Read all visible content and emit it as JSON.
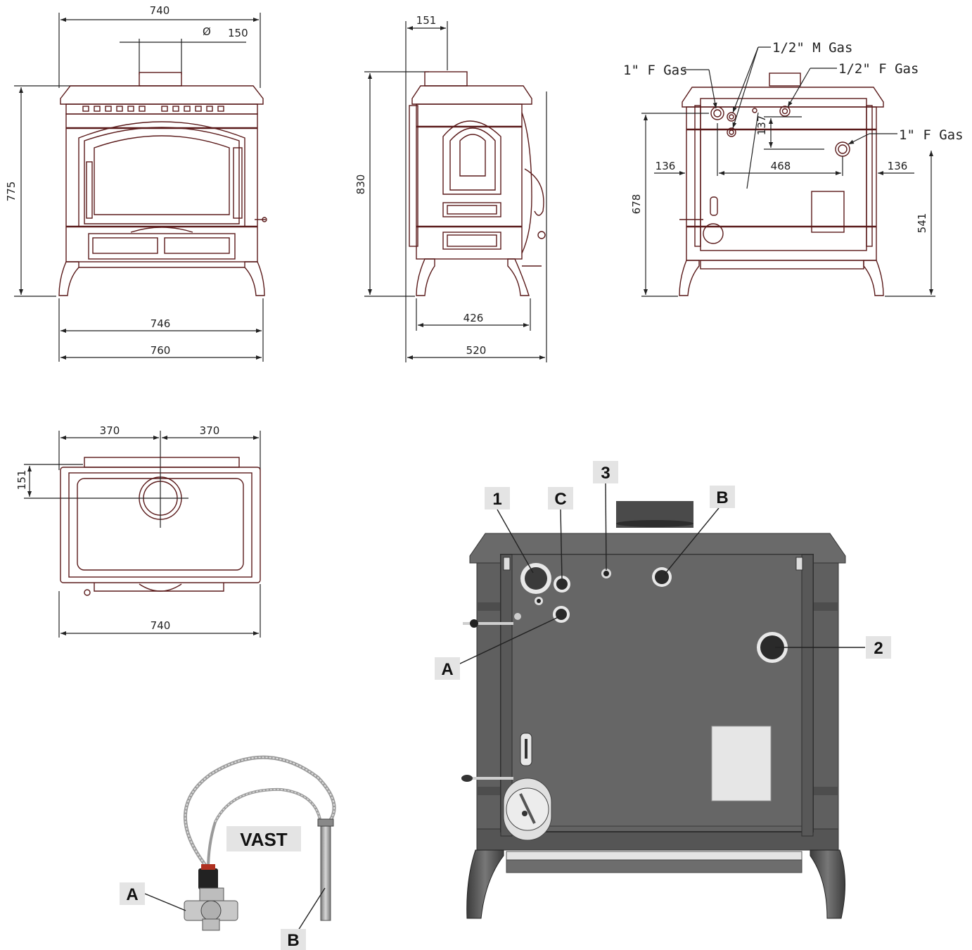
{
  "front_view": {
    "width_top": "740",
    "flue_diameter": "150",
    "flue_symbol": "Ø",
    "height": "775",
    "width_feet": "746",
    "width_total": "760"
  },
  "side_view": {
    "flue_offset": "151",
    "height": "830",
    "depth_feet": "426",
    "depth_total": "520"
  },
  "rear_view": {
    "label_1f_left": "1\" F Gas",
    "label_half_m": "1/2\" M Gas",
    "label_half_f": "1/2\" F Gas",
    "label_1f_right": "1\" F Gas",
    "dim_136_left": "136",
    "dim_468": "468",
    "dim_136_right": "136",
    "dim_137": "137",
    "dim_678": "678",
    "dim_541": "541"
  },
  "top_view": {
    "half_left": "370",
    "half_right": "370",
    "flue_depth": "151",
    "width": "740"
  },
  "rear_photo": {
    "tag_1": "1",
    "tag_c": "C",
    "tag_3": "3",
    "tag_b": "B",
    "tag_2": "2",
    "tag_a": "A",
    "colors": {
      "body": "#5f5f5f",
      "edge": "#3a3a3a",
      "plate": "#e6e6e6",
      "tag_bg": "#e4e4e4"
    }
  },
  "valve_kit": {
    "label": "VAST",
    "tag_a": "A",
    "tag_b": "B"
  }
}
